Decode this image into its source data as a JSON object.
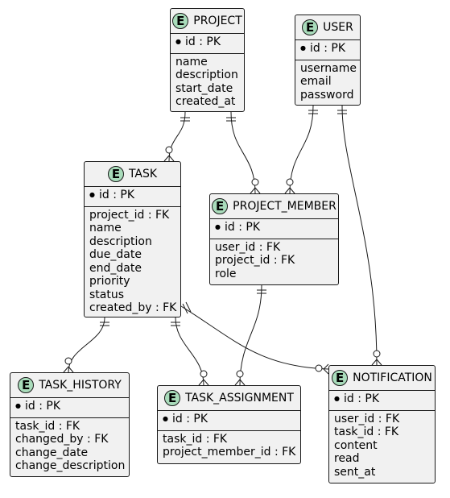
{
  "entities": {
    "project": {
      "name": "PROJECT",
      "icon": "E",
      "pk": "id : PK",
      "fields": [
        "name",
        "description",
        "start_date",
        "created_at"
      ]
    },
    "user": {
      "name": "USER",
      "icon": "E",
      "pk": "id : PK",
      "fields": [
        "username",
        "email",
        "password"
      ]
    },
    "task": {
      "name": "TASK",
      "icon": "E",
      "pk": "id : PK",
      "fields": [
        "project_id : FK",
        "name",
        "description",
        "due_date",
        "end_date",
        "priority",
        "status",
        "created_by : FK"
      ]
    },
    "project_member": {
      "name": "PROJECT_MEMBER",
      "icon": "E",
      "pk": "id : PK",
      "fields": [
        "user_id : FK",
        "project_id : FK",
        "role"
      ]
    },
    "task_history": {
      "name": "TASK_HISTORY",
      "icon": "E",
      "pk": "id : PK",
      "fields": [
        "task_id : FK",
        "changed_by : FK",
        "change_date",
        "change_description"
      ]
    },
    "task_assignment": {
      "name": "TASK_ASSIGNMENT",
      "icon": "E",
      "pk": "id : PK",
      "fields": [
        "task_id : FK",
        "project_member_id : FK"
      ]
    },
    "notification": {
      "name": "NOTIFICATION",
      "icon": "E",
      "pk": "id : PK",
      "fields": [
        "user_id : FK",
        "task_id : FK",
        "content",
        "read",
        "sent_at"
      ]
    }
  },
  "relationships": [
    {
      "from": "PROJECT",
      "to": "TASK",
      "from_cardinality": "exactly-one",
      "to_cardinality": "zero-or-many"
    },
    {
      "from": "PROJECT",
      "to": "PROJECT_MEMBER",
      "from_cardinality": "exactly-one",
      "to_cardinality": "zero-or-many"
    },
    {
      "from": "USER",
      "to": "PROJECT_MEMBER",
      "from_cardinality": "exactly-one",
      "to_cardinality": "zero-or-many"
    },
    {
      "from": "USER",
      "to": "NOTIFICATION",
      "from_cardinality": "exactly-one",
      "to_cardinality": "zero-or-many"
    },
    {
      "from": "TASK",
      "to": "TASK_HISTORY",
      "from_cardinality": "exactly-one",
      "to_cardinality": "zero-or-many"
    },
    {
      "from": "TASK",
      "to": "TASK_ASSIGNMENT",
      "from_cardinality": "exactly-one",
      "to_cardinality": "zero-or-many"
    },
    {
      "from": "TASK",
      "to": "NOTIFICATION",
      "from_cardinality": "exactly-one",
      "to_cardinality": "zero-or-many"
    },
    {
      "from": "PROJECT_MEMBER",
      "to": "TASK_ASSIGNMENT",
      "from_cardinality": "exactly-one",
      "to_cardinality": "zero-or-many"
    }
  ],
  "colors": {
    "entity_fill": "#f1f1f1",
    "border": "#181818",
    "icon_fill": "#a9dcbb",
    "background": "#ffffff"
  }
}
